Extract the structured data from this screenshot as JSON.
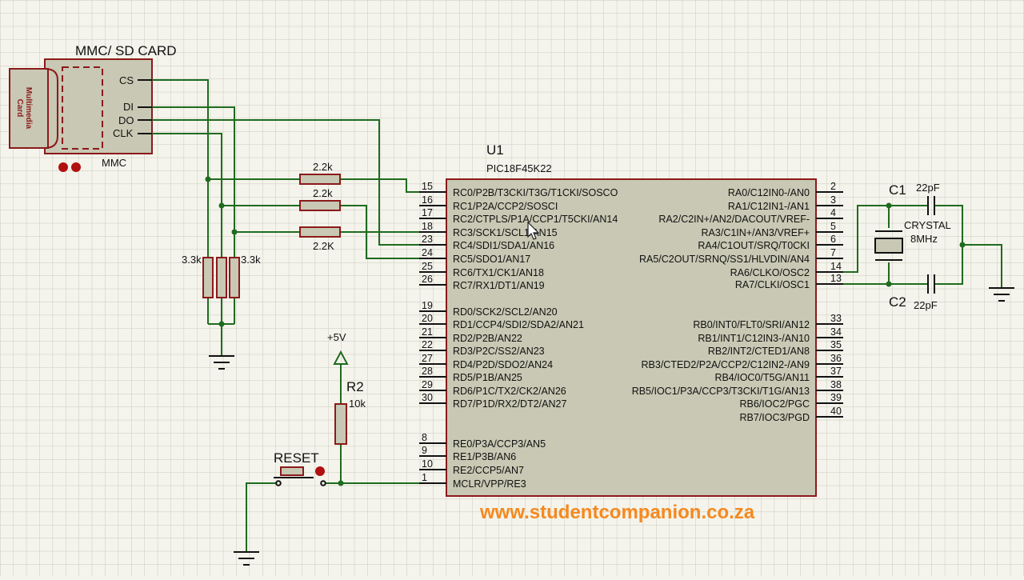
{
  "sd_card": {
    "title": "MMC/ SD CARD",
    "label_line1": "Multimedia",
    "label_line2": "Card",
    "device": "MMC",
    "pins": [
      "CS",
      "DI",
      "DO",
      "CLK"
    ]
  },
  "resistors": {
    "r_series_1": "2.2k",
    "r_series_2": "2.2k",
    "r_series_3": "2.2K",
    "r_pull_left": "3.3k",
    "r_pull_right": "3.3k",
    "r2_name": "R2",
    "r2_value": "10k"
  },
  "power": {
    "vcc": "+5V"
  },
  "reset": {
    "label": "RESET"
  },
  "mcu": {
    "ref": "U1",
    "part": "PIC18F45K22",
    "left_pins": [
      {
        "num": "15",
        "name": "RC0/P2B/T3CKI/T3G/T1CKI/SOSCO"
      },
      {
        "num": "16",
        "name": "RC1/P2A/CCP2/SOSCI"
      },
      {
        "num": "17",
        "name": "RC2/CTPLS/P1A/CCP1/T5CKI/AN14"
      },
      {
        "num": "18",
        "name": "RC3/SCK1/SCL1/AN15"
      },
      {
        "num": "23",
        "name": "RC4/SDI1/SDA1/AN16"
      },
      {
        "num": "24",
        "name": "RC5/SDO1/AN17"
      },
      {
        "num": "25",
        "name": "RC6/TX1/CK1/AN18"
      },
      {
        "num": "26",
        "name": "RC7/RX1/DT1/AN19"
      },
      {
        "num": "19",
        "name": "RD0/SCK2/SCL2/AN20"
      },
      {
        "num": "20",
        "name": "RD1/CCP4/SDI2/SDA2/AN21"
      },
      {
        "num": "21",
        "name": "RD2/P2B/AN22"
      },
      {
        "num": "22",
        "name": "RD3/P2C/SS2/AN23"
      },
      {
        "num": "27",
        "name": "RD4/P2D/SDO2/AN24"
      },
      {
        "num": "28",
        "name": "RD5/P1B/AN25"
      },
      {
        "num": "29",
        "name": "RD6/P1C/TX2/CK2/AN26"
      },
      {
        "num": "30",
        "name": "RD7/P1D/RX2/DT2/AN27"
      },
      {
        "num": "8",
        "name": "RE0/P3A/CCP3/AN5"
      },
      {
        "num": "9",
        "name": "RE1/P3B/AN6"
      },
      {
        "num": "10",
        "name": "RE2/CCP5/AN7"
      },
      {
        "num": "1",
        "name": "MCLR/VPP/RE3"
      }
    ],
    "right_pins": [
      {
        "num": "2",
        "name": "RA0/C12IN0-/AN0"
      },
      {
        "num": "3",
        "name": "RA1/C12IN1-/AN1"
      },
      {
        "num": "4",
        "name": "RA2/C2IN+/AN2/DACOUT/VREF-"
      },
      {
        "num": "5",
        "name": "RA3/C1IN+/AN3/VREF+"
      },
      {
        "num": "6",
        "name": "RA4/C1OUT/SRQ/T0CKI"
      },
      {
        "num": "7",
        "name": "RA5/C2OUT/SRNQ/SS1/HLVDIN/AN4"
      },
      {
        "num": "14",
        "name": "RA6/CLKO/OSC2"
      },
      {
        "num": "13",
        "name": "RA7/CLKI/OSC1"
      },
      {
        "num": "33",
        "name": "RB0/INT0/FLT0/SRI/AN12"
      },
      {
        "num": "34",
        "name": "RB1/INT1/C12IN3-/AN10"
      },
      {
        "num": "35",
        "name": "RB2/INT2/CTED1/AN8"
      },
      {
        "num": "36",
        "name": "RB3/CTED2/P2A/CCP2/C12IN2-/AN9"
      },
      {
        "num": "37",
        "name": "RB4/IOC0/T5G/AN11"
      },
      {
        "num": "38",
        "name": "RB5/IOC1/P3A/CCP3/T3CKI/T1G/AN13"
      },
      {
        "num": "39",
        "name": "RB6/IOC2/PGC"
      },
      {
        "num": "40",
        "name": "RB7/IOC3/PGD"
      }
    ]
  },
  "oscillator": {
    "c1_name": "C1",
    "c1_value": "22pF",
    "c2_name": "C2",
    "c2_value": "22pF",
    "crystal_name": "CRYSTAL",
    "crystal_value": "8MHz"
  },
  "watermark": "www.studentcompanion.co.za",
  "colors": {
    "wire": "#1f6b1f",
    "component_outline": "#8b1a1a",
    "component_fill": "#c8c8b4",
    "grid": "#c9c9bd",
    "background": "#f4f4ec",
    "watermark": "#f5891f"
  }
}
